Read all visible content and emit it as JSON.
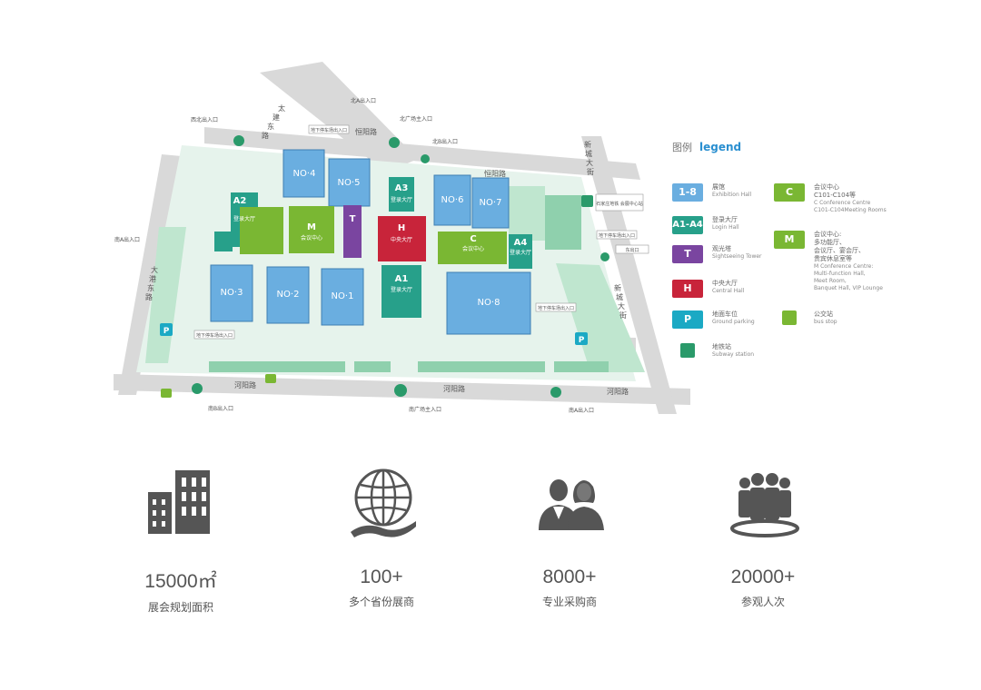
{
  "map": {
    "roads": {
      "hengyang_top": "恒阳路",
      "hengyang_right": "恒阳路",
      "heyang_left": "河阳路",
      "heyang_mid": "河阳路",
      "heyang_right": "河阳路",
      "dongqi_a": "太",
      "dongqi_b": "建",
      "dongqi_c": "东",
      "dongqi_d": "路",
      "dagang_left_a": "大",
      "dagang_left_b": "港",
      "dagang_left_c": "东",
      "dagang_left_d": "路",
      "xincheng_top_a": "新",
      "xincheng_top_b": "城",
      "xincheng_top_c": "大",
      "xincheng_top_d": "街",
      "xincheng_bot_a": "新",
      "xincheng_bot_b": "城",
      "xincheng_bot_c": "大",
      "xincheng_bot_d": "街"
    },
    "entrances": {
      "northwest": "西北出入口",
      "north_a": "北A出入口",
      "north_square": "北广场主入口",
      "north_b": "北B出入口",
      "south_a_left": "南A出入口",
      "south_west": "南B出入口",
      "south_square": "南广场主入口",
      "south_a_right": "南A出入口",
      "east": "东出口"
    },
    "callouts": {
      "parking_top": "地下停车场出入口",
      "parking_left": "地下停车场出入口",
      "parking_right": "地下停车场出入口",
      "parking_east": "地下停车场出入口",
      "metro": "石家庄地铁\n会展中心站"
    },
    "halls": {
      "no1": "NO·1",
      "no2": "NO·2",
      "no3": "NO·3",
      "no4": "NO·4",
      "no5": "NO·5",
      "no6": "NO·6",
      "no7": "NO·7",
      "no8": "NO·8",
      "a1": "A1",
      "a1_sub": "登录大厅",
      "a2": "A2",
      "a2_sub": "登录大厅",
      "a3": "A3",
      "a3_sub": "登录大厅",
      "a4": "A4",
      "a4_sub": "登录大厅",
      "h": "H",
      "h_sub": "中央大厅",
      "m": "M",
      "m_sub": "会议中心",
      "c": "C",
      "c_sub": "会议中心",
      "t": "T"
    }
  },
  "legend": {
    "title_cn": "图例",
    "title_en": "legend",
    "items": [
      {
        "badge": "1-8",
        "cn": "展馆",
        "en": "Exhibition Hall",
        "color": "#6aaee0"
      },
      {
        "badge": "A1-A4",
        "cn": "登录大厅",
        "en": "Login Hall",
        "color": "#27a08a"
      },
      {
        "badge": "T",
        "cn": "观光塔",
        "en": "Sightseeing Tower",
        "color": "#7a45a0"
      },
      {
        "badge": "H",
        "cn": "中央大厅",
        "en": "Central Hall",
        "color": "#c8243a"
      },
      {
        "badge": "P",
        "cn": "地面车位",
        "en": "Ground parking",
        "color": "#1ba9c4"
      },
      {
        "badge": "",
        "cn": "地铁站",
        "en": "Subway station",
        "color": "#2a9a6a"
      },
      {
        "badge": "C",
        "cn": "会议中心\nC101-C104等",
        "en": "C Conference Centre\nC101-C104Meeting Rooms",
        "color": "#7ab733"
      },
      {
        "badge": "M",
        "cn": "会议中心:\n多功能厅、\n会议厅、宴会厅、\n贵宾休息室等",
        "en": "M Conference Centre:\nMulti-function Hall,\nMeet Room,\nBanquet Hall, VIP Lounge",
        "color": "#7ab733"
      },
      {
        "badge": "",
        "cn": "公交站",
        "en": "bus stop",
        "color": "#7ab733"
      }
    ]
  },
  "stats": [
    {
      "icon": "buildings-icon",
      "value": "15000㎡",
      "label": "展会规划面积"
    },
    {
      "icon": "globe-hand-icon",
      "value": "100+",
      "label": "多个省份展商"
    },
    {
      "icon": "buyers-icon",
      "value": "8000+",
      "label": "专业采购商"
    },
    {
      "icon": "crowd-icon",
      "value": "20000+",
      "label": "参观人次"
    }
  ],
  "colors": {
    "road": "#d8d8d8",
    "green_area": "#bfe6cf",
    "hall_blue": "#6aaee0",
    "login_teal": "#27a08a",
    "central_red": "#c8243a",
    "tower_purple": "#7a45a0",
    "conference_green": "#7ab733",
    "icon_gray": "#555555"
  }
}
